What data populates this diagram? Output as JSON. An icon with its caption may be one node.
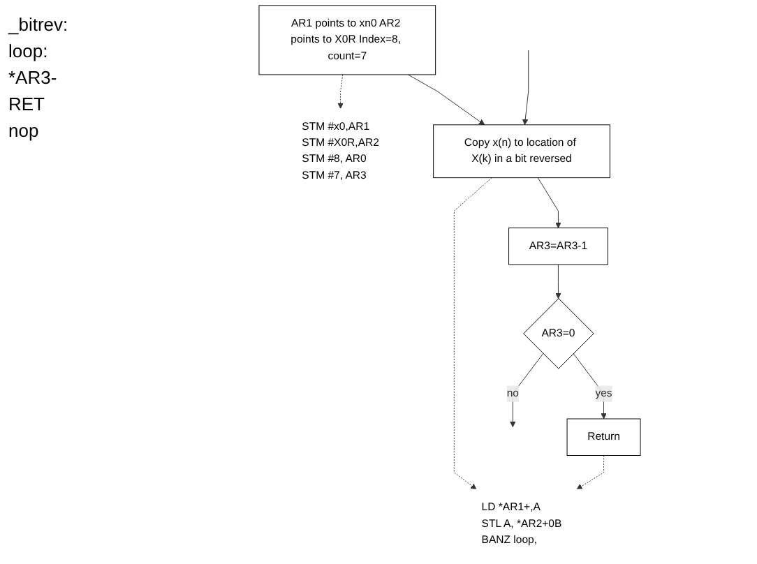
{
  "diagram": {
    "nodes": [
      {
        "text": [
          "STM #x0,AR1",
          "STM #X0R,AR2",
          "STM #8, AR0",
          "STM #7, AR3"
        ]
      },
      {
        "text": [
          "LD *AR1+,A",
          "STL A, *AR2+0B",
          "BANZ loop,"
        ]
      },
      {
        "text": [
          "AR1 points to xn0 AR2 points to X0R Index=8, count=7"
        ]
      },
      {
        "text": [
          "Copy x(n) to location of X(k) in a bit reversed"
        ]
      },
      {
        "text": [
          "AR3=AR3-1"
        ]
      },
      {
        "text": [
          "AR3=0"
        ]
      },
      {
        "text": [
          "Return"
        ]
      }
    ],
    "edges": [
      {
        "from": 2,
        "to": 0,
        "arrow": "to",
        "style": "dashed"
      },
      {
        "from": 3,
        "to": 1,
        "arrow": "to",
        "style": "dashed"
      },
      {
        "from": 6,
        "to": 1,
        "arrow": "to",
        "style": "dashed"
      },
      {
        "from": 2,
        "to": 3,
        "arrow": "to"
      },
      {
        "from": null,
        "to": 3,
        "arrow": "to"
      },
      {
        "from": 3,
        "to": 4,
        "arrow": "to"
      },
      {
        "from": 4,
        "to": 5,
        "arrow": "to"
      },
      {
        "from": 5,
        "to": null,
        "arrow": "to",
        "label": "no"
      },
      {
        "from": 5,
        "to": 6,
        "arrow": "to",
        "label": "yes"
      }
    ],
    "labels": [
      "_bitrev:",
      "loop:",
      "*AR3-",
      "RET",
      "nop"
    ]
  }
}
